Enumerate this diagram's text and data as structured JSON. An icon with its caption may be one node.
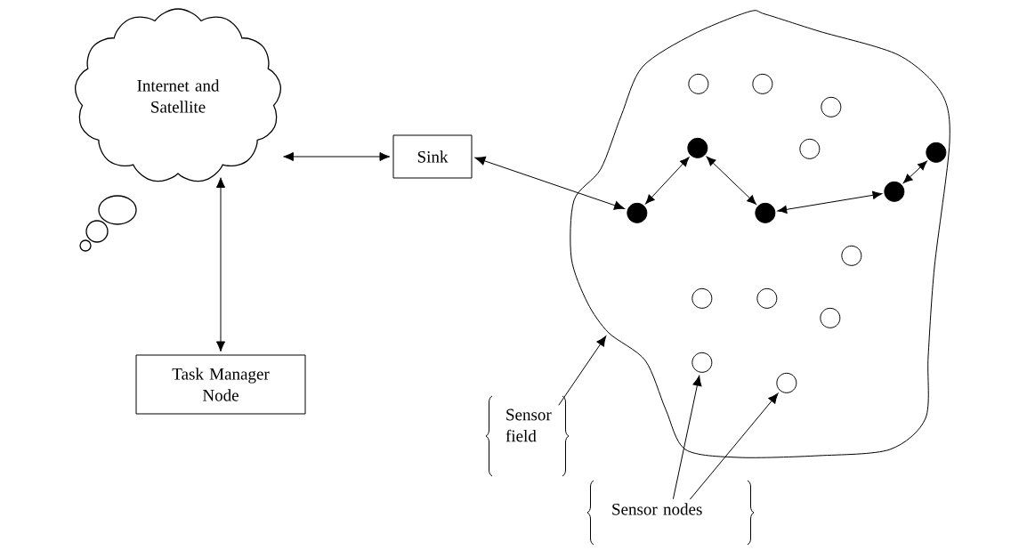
{
  "diagram": {
    "nodes": [
      {
        "text": [
          "Internet and Satellite"
        ]
      },
      {
        "text": [
          "Sink"
        ]
      },
      {
        "text": [
          "Task Manager Node"
        ]
      },
      {
        "text": [],
        "shape": "region"
      },
      {
        "text": [],
        "shape": "circle",
        "in": 3
      },
      {
        "text": [],
        "shape": "circle",
        "in": 3
      },
      {
        "text": [],
        "shape": "circle",
        "in": 3
      },
      {
        "text": [],
        "shape": "dot",
        "in": 3
      },
      {
        "text": [],
        "shape": "circle",
        "in": 3
      },
      {
        "text": [],
        "shape": "dot",
        "in": 3
      },
      {
        "text": [],
        "shape": "dot",
        "in": 3
      },
      {
        "text": [],
        "shape": "dot",
        "in": 3
      },
      {
        "text": [],
        "shape": "dot",
        "in": 3
      },
      {
        "text": [],
        "shape": "circle",
        "in": 3
      },
      {
        "text": [],
        "shape": "circle",
        "in": 3
      },
      {
        "text": [],
        "shape": "circle",
        "in": 3
      },
      {
        "text": [],
        "shape": "circle",
        "in": 3
      },
      {
        "text": [],
        "shape": "circle",
        "in": 3
      },
      {
        "text": [],
        "shape": "circle",
        "in": 3
      },
      {
        "text": [
          "Sensor field"
        ]
      },
      {
        "text": [
          "Sensor nodes"
        ]
      }
    ],
    "edges": [
      {
        "from": 0,
        "to": 1,
        "arrow": "both"
      },
      {
        "from": 0,
        "to": 2,
        "arrow": "both"
      },
      {
        "from": 1,
        "to": 11,
        "arrow": "both"
      },
      {
        "from": 11,
        "to": 7,
        "arrow": "both"
      },
      {
        "from": 7,
        "to": 12,
        "arrow": "both"
      },
      {
        "from": 12,
        "to": 10,
        "arrow": "both"
      },
      {
        "from": 10,
        "to": 9,
        "arrow": "both"
      },
      {
        "from": 19,
        "to": 3,
        "arrow": "to"
      },
      {
        "from": 20,
        "to": 17,
        "arrow": "to"
      },
      {
        "from": 20,
        "to": 18,
        "arrow": "to"
      }
    ]
  }
}
